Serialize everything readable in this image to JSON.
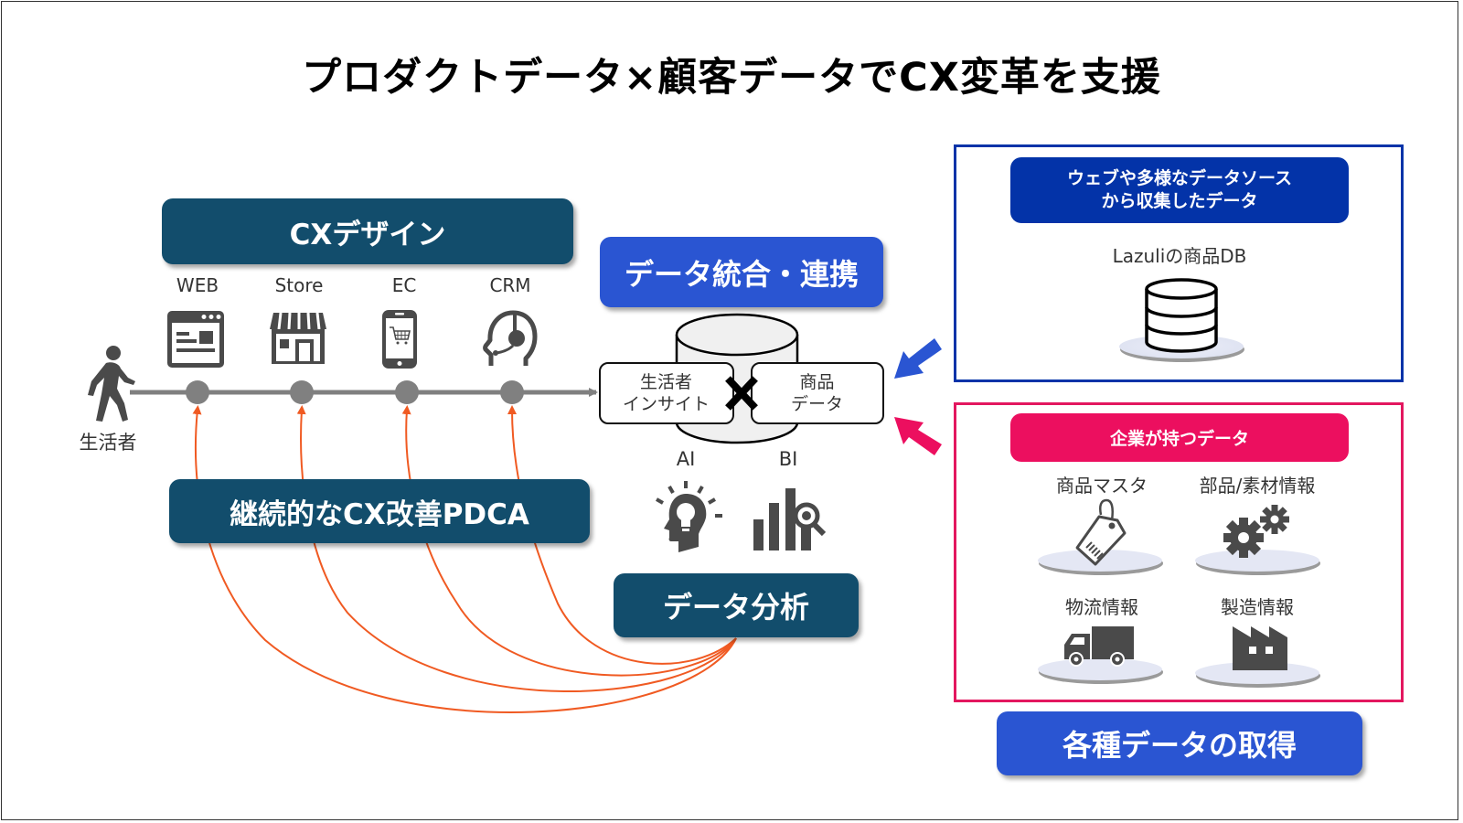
{
  "title": "プロダクトデータ×顧客データでCX変革を支援",
  "left": {
    "cx_design_label": "CXデザイン",
    "channels": [
      {
        "label": "WEB",
        "icon": "browser-window-icon"
      },
      {
        "label": "Store",
        "icon": "storefront-icon"
      },
      {
        "label": "EC",
        "icon": "smartphone-cart-icon"
      },
      {
        "label": "CRM",
        "icon": "headset-operator-icon"
      }
    ],
    "consumer_label": "生活者",
    "pdca_label": "継続的なCX改善PDCA"
  },
  "center": {
    "integration_label": "データ統合・連携",
    "consumer_insight_label": "生活者\nインサイト",
    "consumer_insight_line1": "生活者",
    "consumer_insight_line2": "インサイト",
    "product_data_line1": "商品",
    "product_data_line2": "データ",
    "ai_label": "AI",
    "bi_label": "BI",
    "analysis_label": "データ分析"
  },
  "right": {
    "web_panel": {
      "header_line1": "ウェブや多様なデータソース",
      "header_line2": "から収集したデータ",
      "db_label": "Lazuliの商品DB",
      "border_color": "#0333a8"
    },
    "company_panel": {
      "header": "企業が持つデータ",
      "border_color": "#e3175f",
      "items": [
        {
          "label": "商品マスタ",
          "icon": "price-tag-icon"
        },
        {
          "label": "部品/素材情報",
          "icon": "gears-icon"
        },
        {
          "label": "物流情報",
          "icon": "truck-icon"
        },
        {
          "label": "製造情報",
          "icon": "factory-icon"
        }
      ]
    },
    "acquisition_label": "各種データの取得"
  },
  "colors": {
    "navy": "#124d6c",
    "blue": "#2a55d2",
    "dark_blue": "#0333a8",
    "pink": "#ec0f5f",
    "orange_line": "#f05a22",
    "icon_gray": "#4a4a4a",
    "timeline_gray": "#808080"
  }
}
